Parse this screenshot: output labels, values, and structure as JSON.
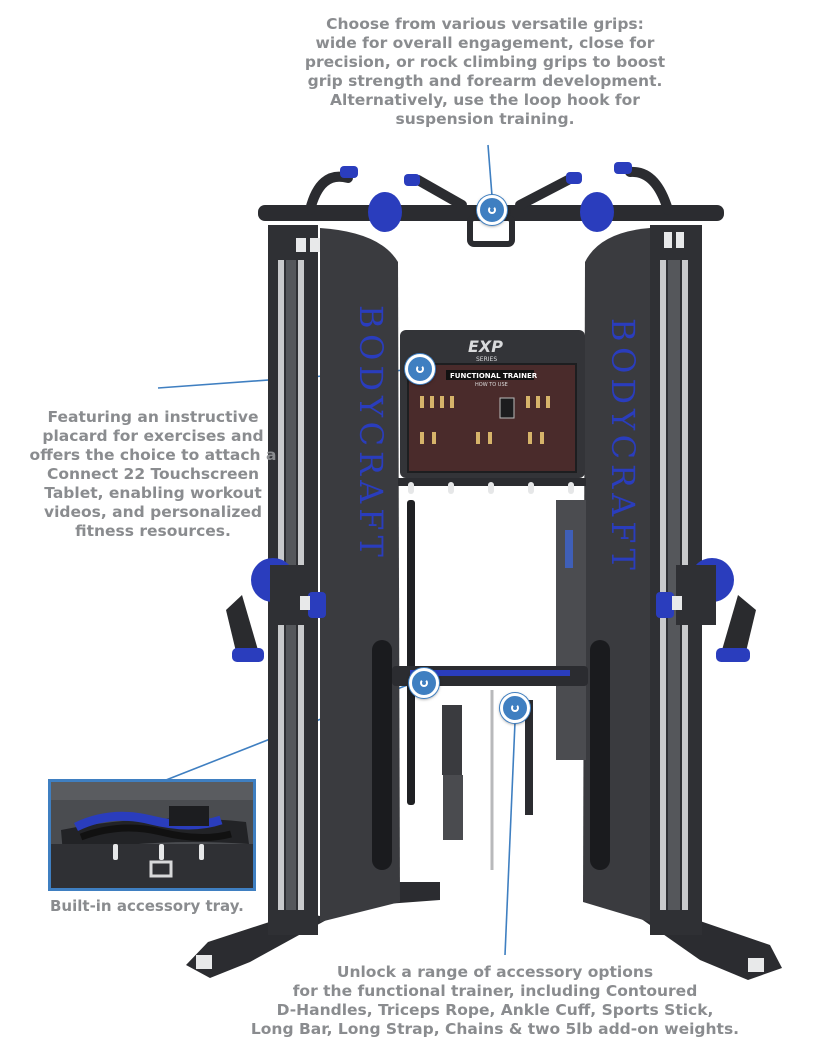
{
  "colors": {
    "accent": "#3f7fc1",
    "frame": "#2f3034",
    "text": "#8a8c8f",
    "blue_parts": "#2a3dbd"
  },
  "brand": {
    "logo": "EXP",
    "logo_sub": "SERIES",
    "upright": "BODYCRAFT"
  },
  "placard": {
    "title": "FUNCTIONAL TRAINER",
    "subtitle": "HOW TO USE"
  },
  "captions": {
    "top": [
      "Choose from various versatile grips:",
      "wide for overall engagement, close for",
      "precision, or rock climbing grips to boost",
      "grip strength and forearm development.",
      "Alternatively, use the loop hook for",
      "suspension training."
    ],
    "left": [
      "Featuring an instructive",
      "placard  for exercises and",
      "offers the choice to attach a",
      "Connect 22 Touchscreen",
      "Tablet, enabling workout",
      "videos, and personalized",
      "fitness resources."
    ],
    "tray": "Built-in accessory tray.",
    "bottom": [
      "Unlock a range of accessory options",
      "for the functional trainer, including Contoured",
      "D-Handles, Triceps Rope, Ankle Cuff, Sports Stick,",
      "Long Bar, Long Strap, Chains & two 5lb add-on weights."
    ]
  },
  "hotspots": [
    "grips",
    "placard",
    "accessory-tray",
    "accessories"
  ]
}
